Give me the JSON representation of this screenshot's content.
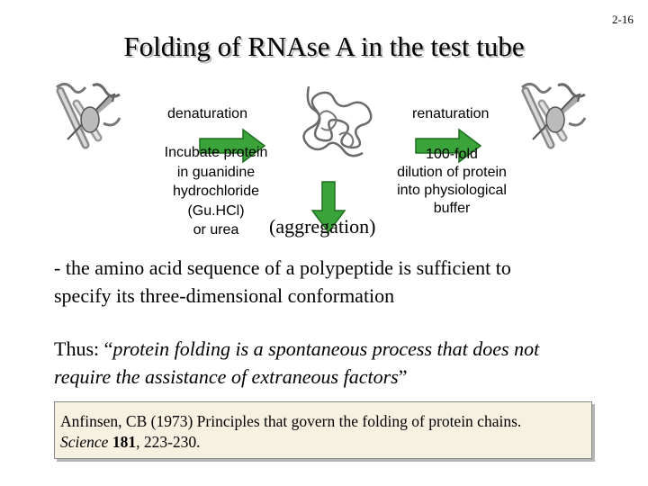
{
  "slide_number": "2-16",
  "title": "Folding of RNAse A in the test tube",
  "diagram": {
    "denaturation_label": "denaturation",
    "renaturation_label": "renaturation",
    "denaturation_desc_lines": [
      "Incubate protein",
      "in guanidine",
      "hydrochloride",
      "(Gu.HCl)",
      "or urea"
    ],
    "renaturation_desc_lines": [
      "100-fold",
      "dilution of protein",
      "into physiological",
      "buffer"
    ],
    "aggregation_label": "(aggregation)",
    "arrow_color": "#3aa33a"
  },
  "conclusion": [
    "- the amino acid sequence of a polypeptide is sufficient to",
    "specify its three-dimensional conformation"
  ],
  "quote": {
    "prefix": "Thus: “",
    "italic_line1": "protein folding is a spontaneous process that does not",
    "italic_line2": "require the assistance of extraneous factors",
    "suffix": "”"
  },
  "citation": {
    "line1": "Anfinsen, CB (1973) Principles that govern the folding of protein chains.",
    "journal": "Science",
    "volume": "181",
    "pages": ", 223-230."
  },
  "colors": {
    "citation_bg": "#f7f1e2",
    "title_shadow": "#b8b8b8"
  }
}
